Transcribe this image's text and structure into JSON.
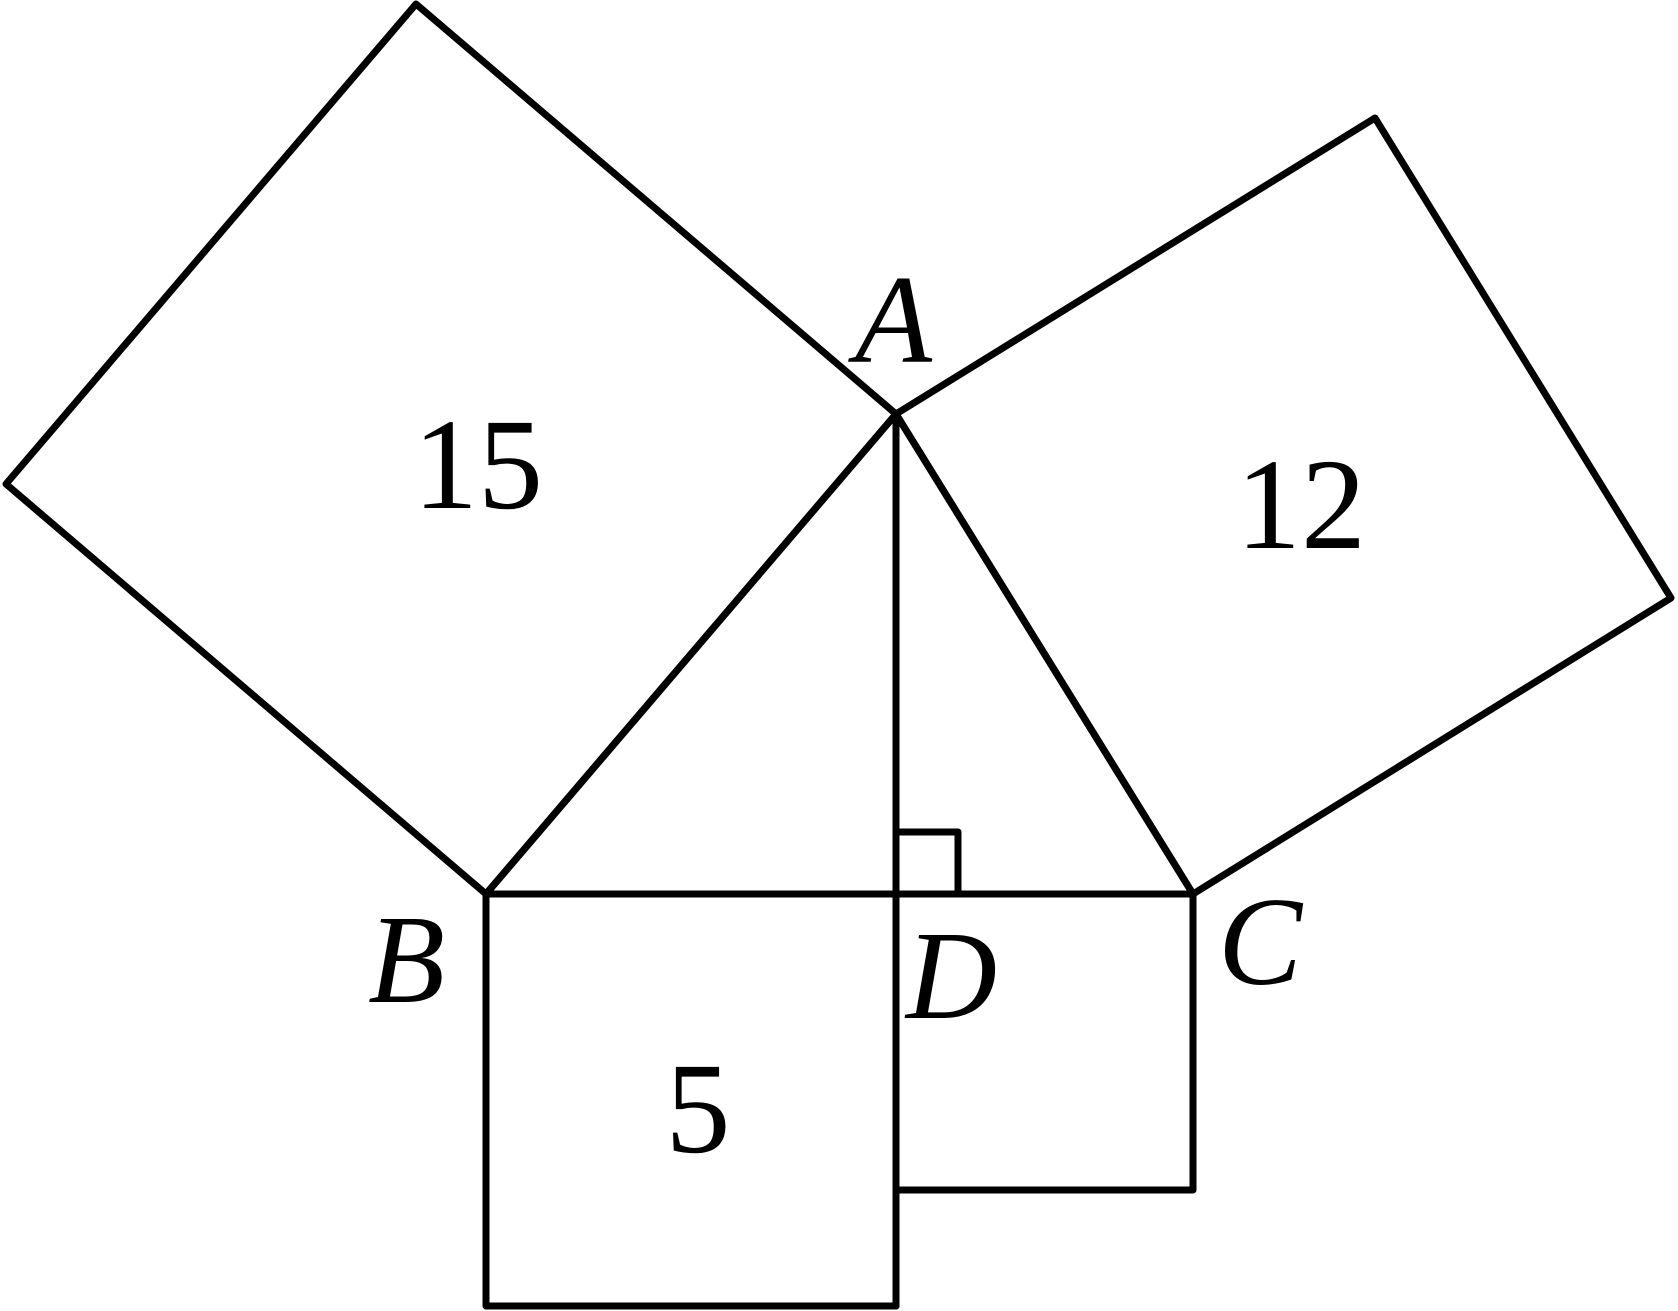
{
  "diagram": {
    "stroke_color": "#000000",
    "background": "#ffffff",
    "vertices": {
      "A": "A",
      "B": "B",
      "C": "C",
      "D": "D"
    },
    "areas": {
      "square_on_AB": "15",
      "square_on_AC": "12",
      "rectangle_below_BD": "5"
    }
  }
}
